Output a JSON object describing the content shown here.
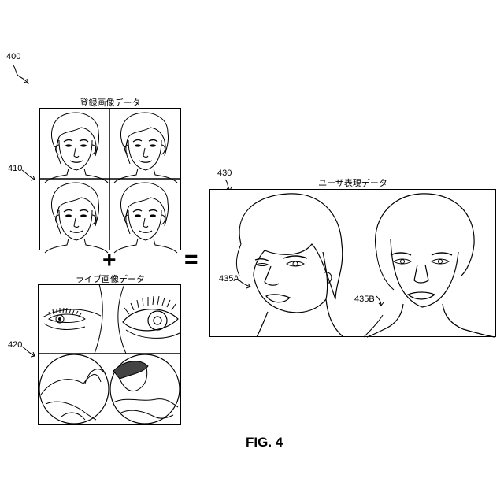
{
  "figure": {
    "ref_main": "400",
    "ref_enroll": "410",
    "ref_live": "420",
    "ref_user": "430",
    "ref_face_a": "435A",
    "ref_face_b": "435B",
    "caption_enroll": "登録画像データ",
    "caption_live": "ライブ画像データ",
    "caption_user": "ユーザ表現データ",
    "plus_sign": "+",
    "equals_sign": "=",
    "fig_label": "FIG. 4"
  }
}
